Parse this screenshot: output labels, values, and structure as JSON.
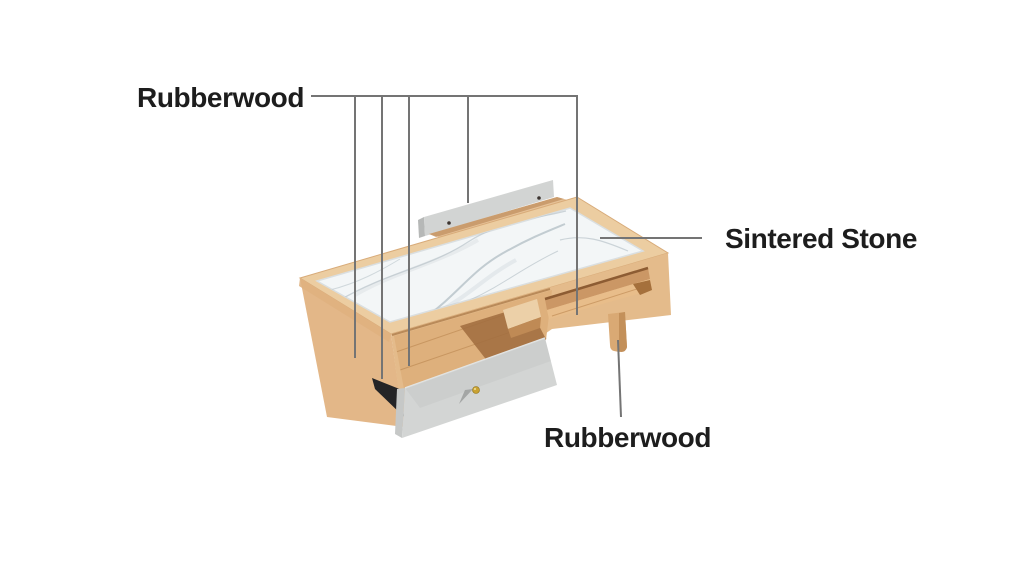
{
  "figure": {
    "type": "annotated-product-diagram",
    "subject": "coffee-table-with-drawer",
    "labels": {
      "top": {
        "text": "Rubberwood"
      },
      "right": {
        "text": "Sintered Stone"
      },
      "bottom": {
        "text": "Rubberwood"
      }
    }
  },
  "colors": {
    "background": "#ffffff",
    "leader_line": "#747474",
    "label_text": "#1d1d1d",
    "wood_top": "#eccda1",
    "wood_top_edge": "#d8ab79",
    "wood_side": "#e3b788",
    "wood_front": "#e4bb8b",
    "wood_floor": "#deb07c",
    "wood_floor_shelf": "#e8bd8a",
    "wood_wall": "#cb9765",
    "wood_wall_dark": "#a5703c",
    "wood_shadow": "#a06c3e",
    "wood_divider": "#ecd0a8",
    "wood_divider_side": "#bf8a55",
    "wood_rail": "#e6c298",
    "wood_rail_shadow": "#c08f5f",
    "wood_leg": "#d9a974",
    "wood_leg_shade": "#c08d58",
    "marble": "#f3f6f7",
    "marble_vein": "#b9c4ca",
    "marble_edge": "#dadfe1",
    "panel_grey": "#d2d4d3",
    "panel_grey_side": "#b6b8b7",
    "drawer_grey": "#d3d5d4",
    "drawer_grey_side": "#c6c8c7",
    "drawer_highlight": "#e4e6e5",
    "knob_brass": "#c9a232",
    "knob_shadow": "#9fa1a0",
    "slide_black": "#242426",
    "screw_dark": "#3c3430"
  }
}
